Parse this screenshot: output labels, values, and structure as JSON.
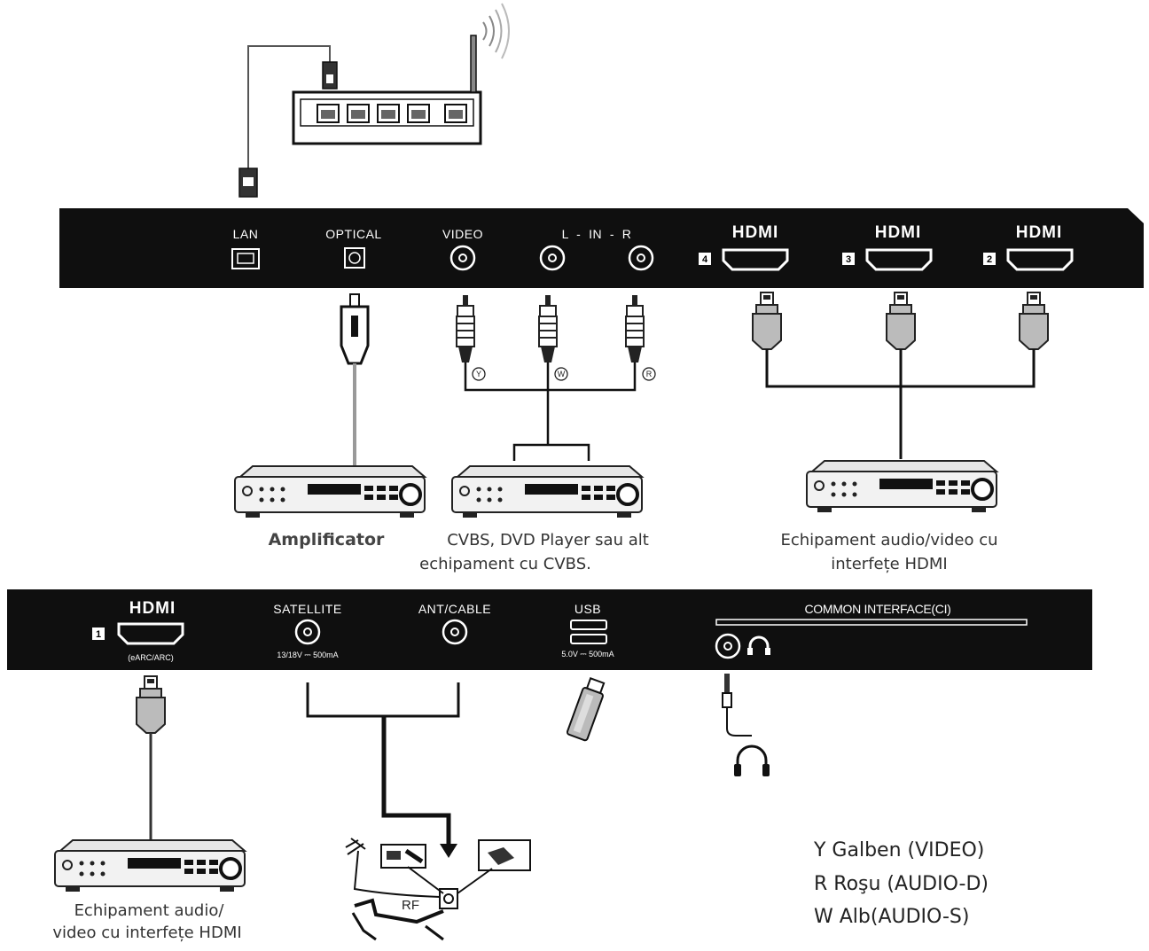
{
  "top_panel": {
    "lan": "LAN",
    "optical": "OPTICAL",
    "video": "VIDEO",
    "audio_in": "L  -  IN  -  R",
    "hdmi_logo": "HDMI",
    "hdmi_numbers": [
      "4",
      "3",
      "2"
    ]
  },
  "bottom_panel": {
    "hdmi_logo": "HDMI",
    "hdmi_number": "1",
    "hdmi_sub": "(eARC/ARC)",
    "satellite": "SATELLITE",
    "satellite_spec": "13/18V ⎓ 500mA",
    "ant_cable": "ANT/CABLE",
    "usb": "USB",
    "usb_spec": "5.0V ⎓ 500mA",
    "common_interface": "COMMON INTERFACE(CI)"
  },
  "rca_markers": [
    "Y",
    "W",
    "R"
  ],
  "captions": {
    "amplifier": "Amplificator",
    "cvbs_line1": "CVBS, DVD Player sau alt",
    "cvbs_line2": "echipament cu CVBS.",
    "hdmi_equipment_line1": "Echipament audio/video cu",
    "hdmi_equipment_line2": "interfețe HDMI",
    "bottom_hdmi_line1": "Echipament audio/",
    "bottom_hdmi_line2": "video cu interfețe HDMI",
    "rf": "RF"
  },
  "legend": [
    "Y Galben (VIDEO)",
    "R Roşu (AUDIO-D)",
    "W Alb(AUDIO-S)"
  ]
}
